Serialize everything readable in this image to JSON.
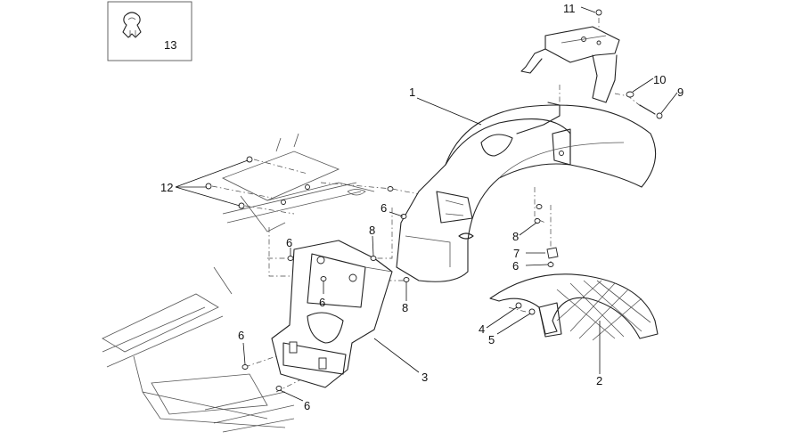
{
  "inset": {
    "label": "13"
  },
  "callouts": [
    {
      "id": "1",
      "text": "1"
    },
    {
      "id": "2",
      "text": "2"
    },
    {
      "id": "3",
      "text": "3"
    },
    {
      "id": "4",
      "text": "4"
    },
    {
      "id": "5",
      "text": "5"
    },
    {
      "id": "6a",
      "text": "6"
    },
    {
      "id": "6b",
      "text": "6"
    },
    {
      "id": "6c",
      "text": "6"
    },
    {
      "id": "6d",
      "text": "6"
    },
    {
      "id": "6e",
      "text": "6"
    },
    {
      "id": "6f",
      "text": "6"
    },
    {
      "id": "7",
      "text": "7"
    },
    {
      "id": "8a",
      "text": "8"
    },
    {
      "id": "8b",
      "text": "8"
    },
    {
      "id": "8c",
      "text": "8"
    },
    {
      "id": "9",
      "text": "9"
    },
    {
      "id": "10",
      "text": "10"
    },
    {
      "id": "11",
      "text": "11"
    },
    {
      "id": "12",
      "text": "12"
    }
  ]
}
